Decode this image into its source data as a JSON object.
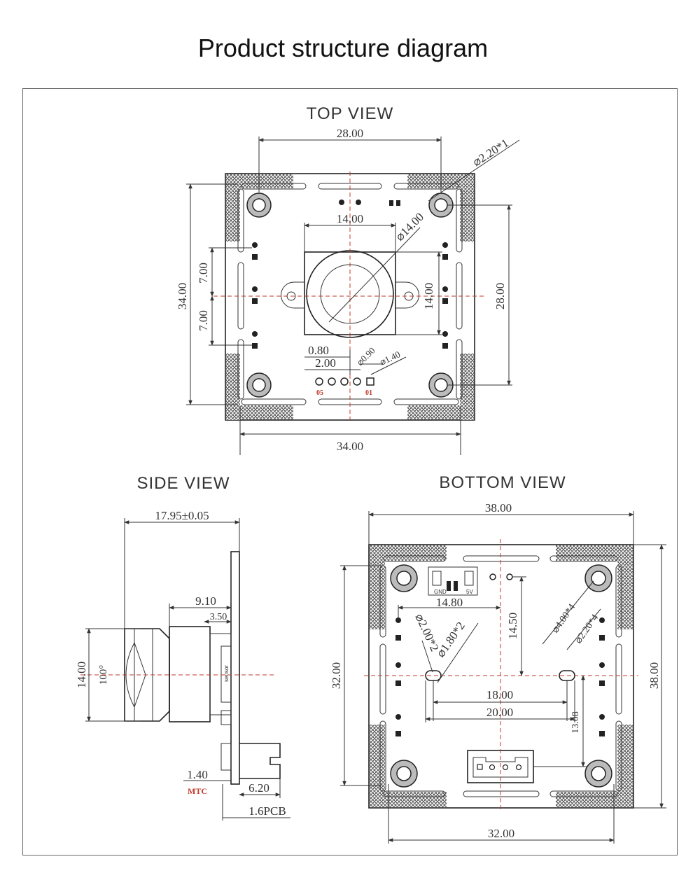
{
  "title": "Product structure diagram",
  "views": {
    "top": {
      "label": "TOP VIEW",
      "dims": {
        "top_width": "28.00",
        "mount_hole": "⌀2.20*1",
        "lens_width": "14.00",
        "lens_dia": "⌀14.00",
        "left_half_upper": "7.00",
        "left_half_lower": "7.00",
        "left_height": "34.00",
        "lens_height": "14.00",
        "right_height": "28.00",
        "pitch_a": "0.80",
        "pitch_b": "2.00",
        "pin_dia": "⌀0.90",
        "pad_dia": "⌀1.40",
        "bottom_width": "34.00"
      },
      "pin_labels": {
        "first": "05",
        "last": "01"
      }
    },
    "side": {
      "label": "SIDE VIEW",
      "dims": {
        "total": "17.95±0.05",
        "lens_len": "9.10",
        "holder": "3.50",
        "lens_height": "14.00",
        "fov": "100°",
        "sensor": "sensor",
        "mtc_gap": "1.40",
        "mtc": "MTC",
        "connector": "6.20",
        "pcb": "1.6PCB"
      }
    },
    "bottom": {
      "label": "BOTTOM  VIEW",
      "dims": {
        "top_width": "38.00",
        "conn_width": "14.80",
        "vert_span": "14.50",
        "hole_dia_a": "⌀2.00*2",
        "hole_dia_b": "⌀1.80*2",
        "mount_dia_a": "⌀4.00*4",
        "mount_dia_b": "⌀2.20*4",
        "left_height": "32.00",
        "right_height": "38.00",
        "span_inner": "18.00",
        "span_outer": "20.00",
        "short_vert": "13.08",
        "bottom_width": "32.00"
      },
      "pad_labels": {
        "gnd": "GND",
        "pwr": "5V"
      }
    }
  },
  "colors": {
    "line": "#333333",
    "centerline": "#c0392b",
    "hatch": "#555555"
  }
}
